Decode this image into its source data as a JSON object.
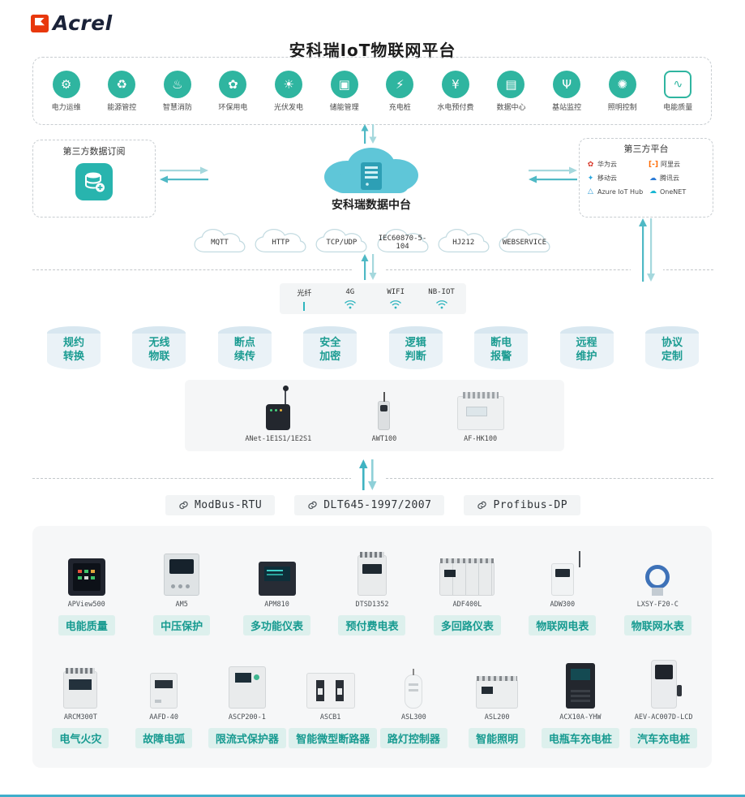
{
  "colors": {
    "accent_teal": "#2FB5A0",
    "arrow_teal": "#4FB9C5",
    "arrow_light": "#A5D8DD",
    "pill_bg": "#DDF0ED",
    "pill_text": "#169A90",
    "logo_red": "#E8380D"
  },
  "header": {
    "brand": "Acrel",
    "title": "安科瑞IoT物联网平台"
  },
  "applications": [
    {
      "glyph": "⚙",
      "label": "电力运维"
    },
    {
      "glyph": "♻",
      "label": "能源管控"
    },
    {
      "glyph": "♨",
      "label": "智慧消防"
    },
    {
      "glyph": "✿",
      "label": "环保用电"
    },
    {
      "glyph": "☀",
      "label": "光伏发电"
    },
    {
      "glyph": "▣",
      "label": "储能管理"
    },
    {
      "glyph": "⚡",
      "label": "充电桩"
    },
    {
      "glyph": "¥",
      "label": "水电预付费"
    },
    {
      "glyph": "▤",
      "label": "数据中心"
    },
    {
      "glyph": "Ψ",
      "label": "基站监控"
    },
    {
      "glyph": "✺",
      "label": "照明控制"
    },
    {
      "glyph": "∿",
      "label": "电能质量"
    }
  ],
  "integration": {
    "subscription": {
      "title": "第三方数据订阅",
      "icon": "database-plus-icon"
    },
    "data_hub": {
      "label": "安科瑞数据中台",
      "icon": "cloud-server-icon"
    },
    "platforms_box": {
      "title": "第三方平台",
      "platforms": [
        {
          "glyph": "✿",
          "name": "华为云",
          "color": "#D8392B"
        },
        {
          "glyph": "[-]",
          "name": "阿里云",
          "color": "#FF6A00"
        },
        {
          "glyph": "✦",
          "name": "移动云",
          "color": "#2BA8E0"
        },
        {
          "glyph": "☁",
          "name": "腾讯云",
          "color": "#2E7CD6"
        },
        {
          "glyph": "△",
          "name": "Azure IoT Hub",
          "color": "#2E9BD6"
        },
        {
          "glyph": "☁",
          "name": "OneNET",
          "color": "#19B7D3"
        }
      ]
    }
  },
  "cloud_protocols": [
    "MQTT",
    "HTTP",
    "TCP/UDP",
    "IEC60870-5-104",
    "HJ212",
    "WEBSERVICE"
  ],
  "connectivity": [
    {
      "label": "光纤",
      "icon": "fiber-icon"
    },
    {
      "label": "4G",
      "icon": "wifi-icon"
    },
    {
      "label": "WIFI",
      "icon": "wifi-icon"
    },
    {
      "label": "NB-IOT",
      "icon": "wifi-icon"
    }
  ],
  "features": [
    "规约转换",
    "无线物联",
    "断点续传",
    "安全加密",
    "逻辑判断",
    "断电报警",
    "远程维护",
    "协议定制"
  ],
  "gateways": [
    {
      "model": "ANet-1E1S1/1E2S1",
      "image": "iot-gateway-image"
    },
    {
      "model": "AWT100",
      "image": "wireless-terminal-image"
    },
    {
      "model": "AF-HK100",
      "image": "protocol-converter-image"
    }
  ],
  "field_protocols": [
    {
      "label": "ModBus-RTU",
      "icon": "link-icon"
    },
    {
      "label": "DLT645-1997/2007",
      "icon": "link-icon"
    },
    {
      "label": "Profibus-DP",
      "icon": "link-icon"
    }
  ],
  "devices": {
    "row1": [
      {
        "model": "APView500",
        "label": "电能质量",
        "image": "power-quality-panel-image"
      },
      {
        "model": "AM5",
        "label": "中压保护",
        "image": "protection-relay-image"
      },
      {
        "model": "APM810",
        "label": "多功能仪表",
        "image": "multifunction-meter-image"
      },
      {
        "model": "DTSD1352",
        "label": "预付费电表",
        "image": "din-rail-meter-image"
      },
      {
        "model": "ADF400L",
        "label": "多回路仪表",
        "image": "multi-circuit-meter-image"
      },
      {
        "model": "ADW300",
        "label": "物联网电表",
        "image": "iot-meter-image"
      },
      {
        "model": "LXSY-F20-C",
        "label": "物联网水表",
        "image": "water-meter-image"
      }
    ],
    "row2": [
      {
        "model": "ARCM300T",
        "label": "电气火灾",
        "image": "fire-monitor-image"
      },
      {
        "model": "AAFD-40",
        "label": "故障电弧",
        "image": "arc-fault-detector-image"
      },
      {
        "model": "ASCP200-1",
        "label": "限流式保护器",
        "image": "current-protector-image"
      },
      {
        "model": "ASCB1",
        "label": "智能微型断路器",
        "image": "smart-breaker-image"
      },
      {
        "model": "ASL300",
        "label": "路灯控制器",
        "image": "streetlight-controller-image"
      },
      {
        "model": "ASL200",
        "label": "智能照明",
        "image": "smart-lighting-image"
      },
      {
        "model": "ACX10A-YHW",
        "label": "电瓶车充电桩",
        "image": "ebike-charging-pile-image"
      },
      {
        "model": "AEV-AC007D-LCD",
        "label": "汽车充电桩",
        "image": "ev-charger-image"
      }
    ]
  }
}
